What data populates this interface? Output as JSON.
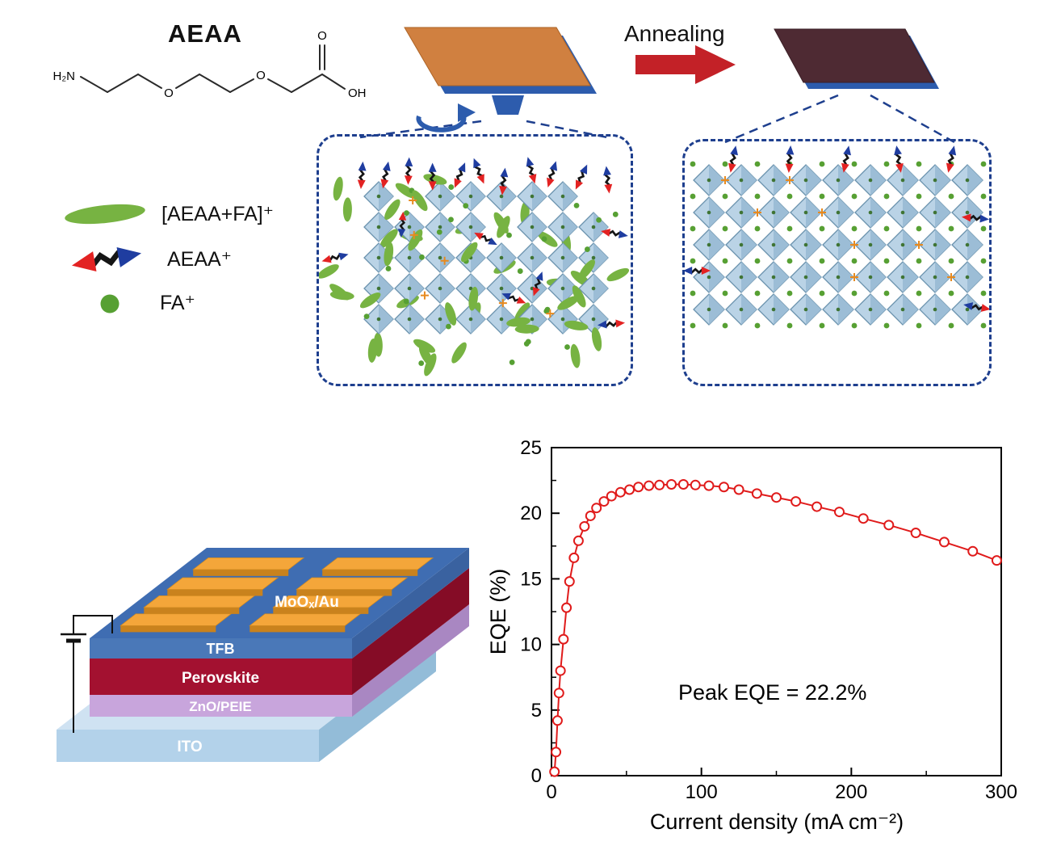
{
  "figure": {
    "molecule": {
      "title": "AEAA",
      "amine": "H₂N",
      "ether1": "O",
      "ether2": "O",
      "carbonyl": "O",
      "hydroxyl": "OH"
    },
    "process": {
      "annealing_label": "Annealing",
      "arrow_color": "#c32127",
      "substrate_color": "#2d5cad",
      "film_before_color": "#d08040",
      "film_after_color": "#4e2a33"
    },
    "legend": {
      "items": [
        {
          "icon": "green-ellipse",
          "label": "[AEAA+FA]⁺"
        },
        {
          "icon": "red-blue-dumbbell",
          "label": "AEAA⁺"
        },
        {
          "icon": "green-dot",
          "label": "FA⁺"
        }
      ],
      "ligand_color": "#77b342",
      "fa_color": "#57a033",
      "aeaa_red": "#e32222",
      "aeaa_blue": "#1f3da0"
    },
    "lattice": {
      "crystal_color": "#bad3e6",
      "crystal_shade_color": "#9cbdd6",
      "crystal_edge_color": "#6a92ad",
      "border_color": "#1e3f8e",
      "linker_color": "#e78a1f"
    },
    "device": {
      "layers": [
        {
          "name": "MoOₓ/Au",
          "color": "#3f6db2"
        },
        {
          "name": "TFB",
          "color": "#4a78b8"
        },
        {
          "name": "Perovskite",
          "color": "#a31130"
        },
        {
          "name": "ZnO/PEIE",
          "color": "#c8a5dc"
        },
        {
          "name": "ITO",
          "color": "#b3d2ea"
        }
      ],
      "electrode_color": "#f4a63a"
    }
  },
  "chart_data": {
    "type": "scatter",
    "title": "",
    "xlabel": "Current density (mA cm⁻²)",
    "ylabel": "EQE (%)",
    "xlim": [
      0,
      300
    ],
    "ylim": [
      0,
      25
    ],
    "xticks": [
      0,
      100,
      200,
      300
    ],
    "xminor": [
      50,
      150,
      250
    ],
    "yticks": [
      0,
      5,
      10,
      15,
      20,
      25
    ],
    "yminor": [
      2.5,
      7.5,
      12.5,
      17.5,
      22.5
    ],
    "grid": false,
    "legend_position": "none",
    "annotation": "Peak EQE = 22.2%",
    "peak_eqe_percent": 22.2,
    "series": [
      {
        "name": "EQE",
        "color": "#e01b1b",
        "marker": "open-circle",
        "x": [
          2,
          3,
          4,
          5,
          6,
          8,
          10,
          12,
          15,
          18,
          22,
          26,
          30,
          35,
          40,
          46,
          52,
          58,
          65,
          72,
          80,
          88,
          96,
          105,
          115,
          125,
          137,
          150,
          163,
          177,
          192,
          208,
          225,
          243,
          262,
          281,
          297
        ],
        "y": [
          0.3,
          1.8,
          4.2,
          6.3,
          8.0,
          10.4,
          12.8,
          14.8,
          16.6,
          17.9,
          19.0,
          19.8,
          20.4,
          20.9,
          21.3,
          21.6,
          21.8,
          22.0,
          22.1,
          22.15,
          22.2,
          22.2,
          22.15,
          22.1,
          22.0,
          21.8,
          21.5,
          21.2,
          20.9,
          20.5,
          20.1,
          19.6,
          19.1,
          18.5,
          17.8,
          17.1,
          16.4
        ]
      }
    ]
  }
}
